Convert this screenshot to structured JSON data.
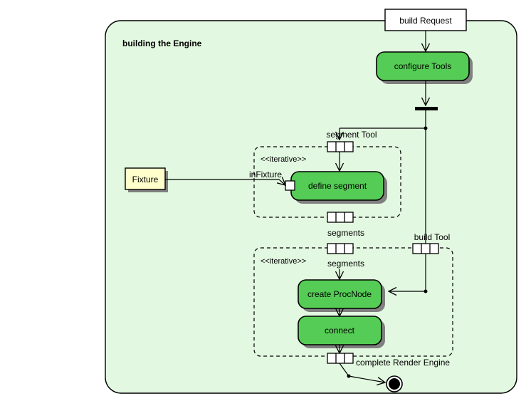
{
  "diagram": {
    "kind": "uml-activity-diagram",
    "partition_title": "building the Engine",
    "colors": {
      "partition_fill": "#e2f8e0",
      "action_fill": "#55cc55",
      "action_stroke": "#000000",
      "object_fill": "#ffffcc",
      "object_stroke": "#000000",
      "signal_fill": "#ffffff",
      "shadow": "#808080",
      "line": "#000000"
    },
    "nodes": {
      "build_request": {
        "label": "build Request",
        "type": "accept-event"
      },
      "configure_tools": {
        "label": "configure Tools",
        "type": "action"
      },
      "define_segment": {
        "label": "define segment",
        "type": "action"
      },
      "create_procnode": {
        "label": "create ProcNode",
        "type": "action"
      },
      "connect": {
        "label": "connect",
        "type": "action"
      },
      "fixture": {
        "label": "Fixture",
        "type": "object-node"
      },
      "fork": {
        "label": "",
        "type": "fork-bar"
      },
      "final": {
        "label": "",
        "type": "activity-final"
      }
    },
    "expansion_regions": [
      {
        "id": "upper",
        "stereotype": "<<iterative>>",
        "contains": "define segment"
      },
      {
        "id": "lower",
        "stereotype": "<<iterative>>",
        "contains": "create ProcNode, connect"
      }
    ],
    "pins": [
      {
        "id": "segment-tool-pin",
        "label": "segment Tool"
      },
      {
        "id": "segments-out-pin",
        "label": "segments"
      },
      {
        "id": "segments-in-pin",
        "label": "segments"
      },
      {
        "id": "build-tool-pin",
        "label": "build Tool"
      },
      {
        "id": "complete-render-engine-pin",
        "label": "complete Render Engine"
      }
    ],
    "edges": [
      {
        "id": "fixture-to-define-segment",
        "label": "inFixture"
      }
    ]
  }
}
